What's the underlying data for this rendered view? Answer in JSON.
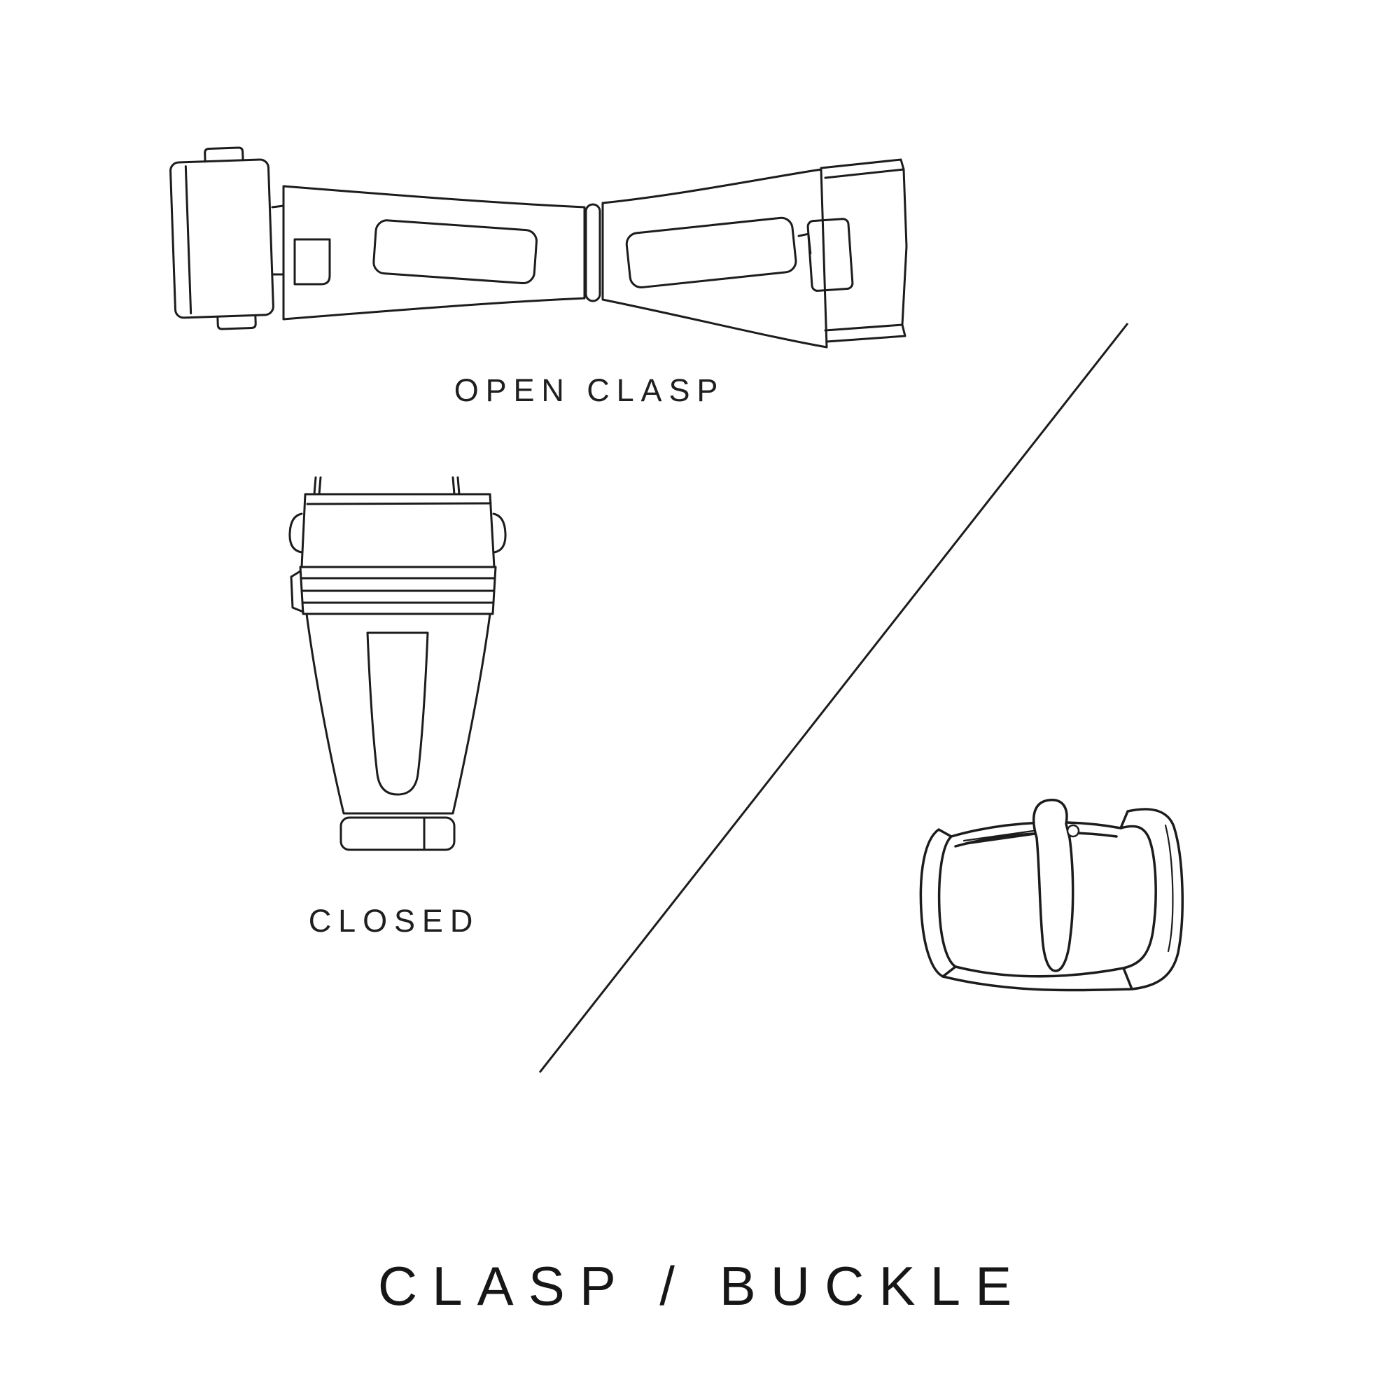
{
  "colors": {
    "background": "#ffffff",
    "ink": "#1c1c1c"
  },
  "diagram": {
    "title": "CLASP / BUCKLE"
  },
  "illustrations": [
    {
      "icon": "open-clasp-illustration",
      "caption": "OPEN CLASP"
    },
    {
      "icon": "closed-clasp-illustration",
      "caption": "CLOSED"
    },
    {
      "icon": "buckle-illustration",
      "caption": ""
    }
  ]
}
